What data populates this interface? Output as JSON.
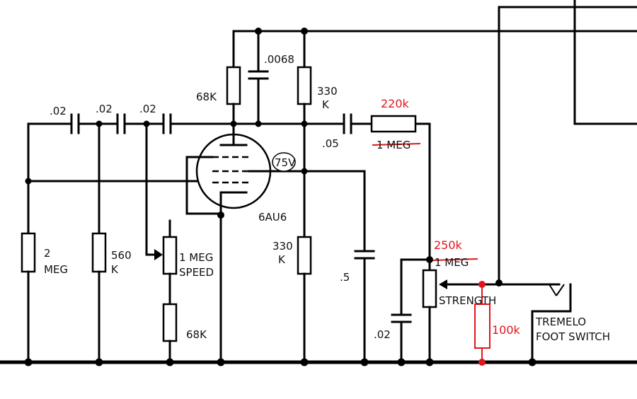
{
  "labels": {
    "cap_02_a": ".02",
    "cap_02_b": ".02",
    "cap_02_c": ".02",
    "cap_0068": ".0068",
    "res_68k_plate": "68K",
    "res_330k_top_1": "330",
    "res_330k_top_2": "K",
    "cap_05": ".05",
    "res_2meg_1": "2",
    "res_2meg_2": "MEG",
    "res_560k_1": "560",
    "res_560k_2": "K",
    "pot_speed_1": "1 MEG",
    "pot_speed_2": "SPEED",
    "res_68k_bottom": "68K",
    "tube": "6AU6",
    "voltage": "75V",
    "res_330k_bot_1": "330",
    "res_330k_bot_2": "K",
    "cap_5": ".5",
    "cap_02_bottom": ".02",
    "pot_strength": "STRENGTH",
    "switch_1": "TREMELO",
    "switch_2": "FOOT SWITCH",
    "orig_1meg_series": "1 MEG",
    "orig_1meg_pot": "1 MEG"
  },
  "annotations": {
    "new_series": "220k",
    "new_pot": "250k",
    "added_res": "100k"
  },
  "colors": {
    "annotation": "#e0161b",
    "ink": "#000000"
  }
}
